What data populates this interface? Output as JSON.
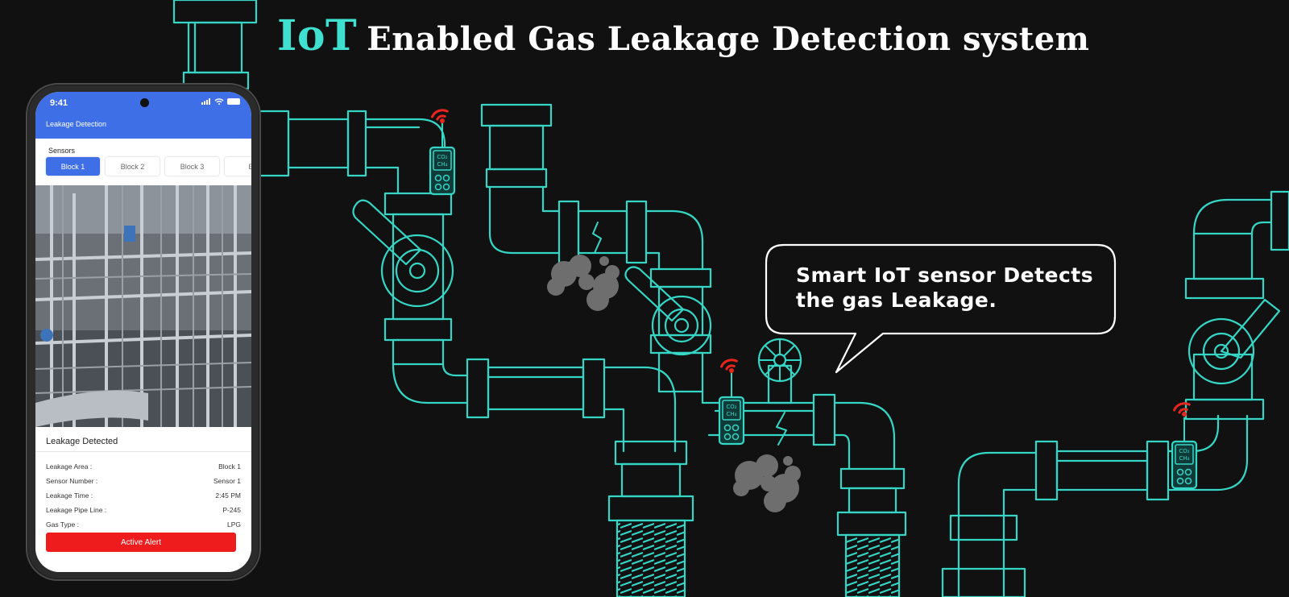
{
  "title": {
    "accent": "IoT",
    "rest": "Enabled Gas Leakage Detection system"
  },
  "callout": {
    "line1": "Smart IoT sensor Detects",
    "line2": "the gas Leakage."
  },
  "sensor_label": {
    "top": "CO₂",
    "bottom": "CH₄"
  },
  "colors": {
    "pipe": "#36d6c6",
    "accent": "#3fe0cf",
    "app_blue": "#3f6fe6",
    "alert_red": "#ee1c1c",
    "smoke": "#6e6e6e",
    "wifi": "#e8261e"
  },
  "phone": {
    "status_time": "9:41",
    "app_title": "Leakage Detection",
    "sensors_label": "Sensors",
    "tabs": [
      "Block 1",
      "Block 2",
      "Block 3",
      "Bl"
    ],
    "active_tab": "Block 1",
    "panel": {
      "heading": "Leakage Detected",
      "rows": [
        {
          "label": "Leakage Area :",
          "value": "Block 1"
        },
        {
          "label": "Sensor Number :",
          "value": "Sensor 1"
        },
        {
          "label": "Leakage Time :",
          "value": "2:45 PM"
        },
        {
          "label": "Leakage Pipe Line :",
          "value": "P-245"
        },
        {
          "label": "Gas Type :",
          "value": "LPG"
        }
      ],
      "button": "Active Alert"
    }
  }
}
